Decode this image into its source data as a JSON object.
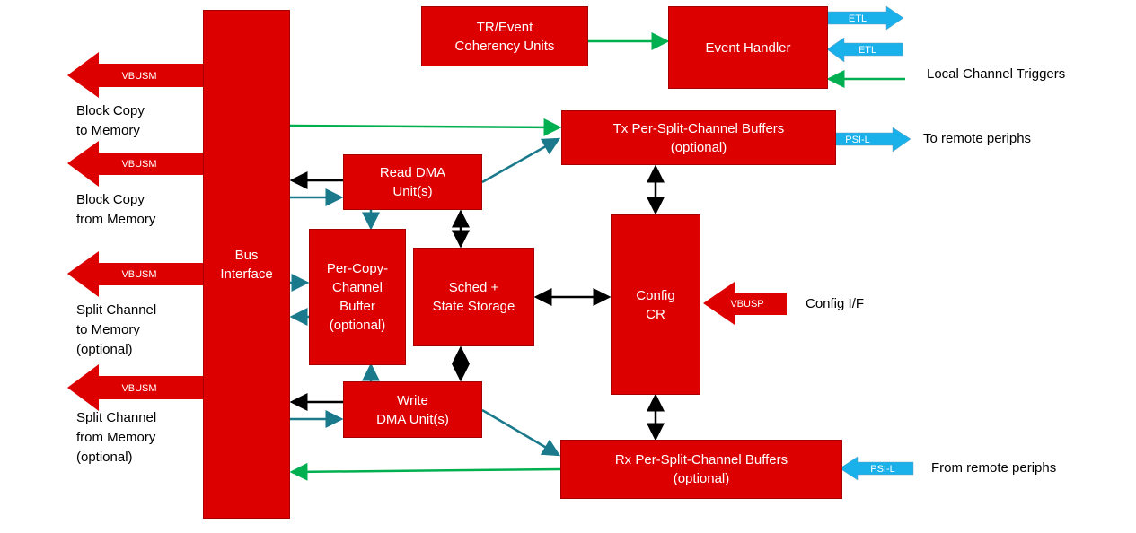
{
  "diagram": {
    "blocks": {
      "bus_interface": "Bus\nInterface",
      "tr_event": "TR/Event\nCoherency Units",
      "event_handler": "Event Handler",
      "tx_buffers": "Tx Per-Split-Channel Buffers\n(optional)",
      "read_dma": "Read DMA\nUnit(s)",
      "per_copy_buffer": "Per-Copy-\nChannel\nBuffer\n(optional)",
      "sched_state": "Sched +\nState Storage",
      "config_cr": "Config\nCR",
      "write_dma": "Write\nDMA Unit(s)",
      "rx_buffers": "Rx Per-Split-Channel Buffers\n(optional)"
    },
    "bus_tags": {
      "vbusm": "VBUSM",
      "vbusp": "VBUSP",
      "etl": "ETL",
      "psil": "PSI-L"
    },
    "labels": {
      "block_copy_to": "Block Copy\nto Memory",
      "block_copy_from": "Block Copy\nfrom Memory",
      "split_to": "Split Channel\nto Memory\n(optional)",
      "split_from": "Split Channel\nfrom Memory\n(optional)",
      "local_triggers": "Local Channel Triggers",
      "to_remote": "To remote periphs",
      "config_if": "Config I/F",
      "from_remote": "From remote periphs"
    },
    "colors": {
      "block": "#dd0000",
      "etl_psil": "#1ab0ea",
      "green_wire": "#00b050",
      "teal_wire": "#1a7a8c",
      "black_wire": "#000000"
    }
  }
}
